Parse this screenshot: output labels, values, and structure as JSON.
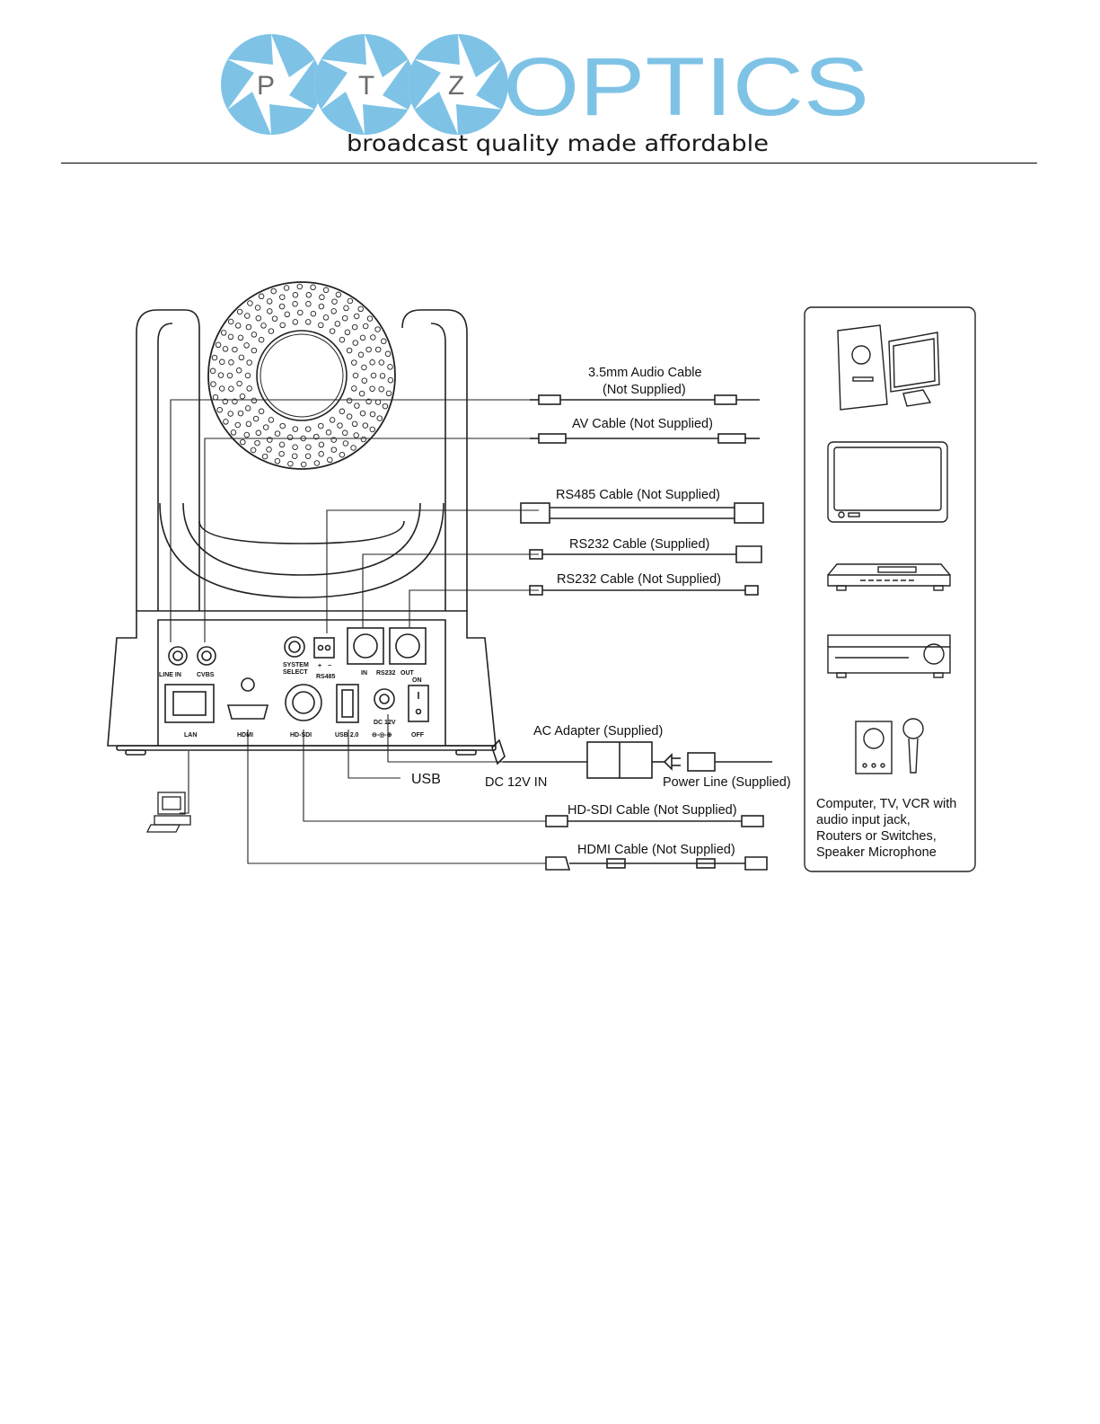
{
  "logo": {
    "letters": [
      "P",
      "T",
      "Z"
    ],
    "wordmark": "OPTICS",
    "tagline": "broadcast quality made affordable",
    "brand_color": "#7ec3e6",
    "letter_color": "#6b6b6b"
  },
  "ports": {
    "line_in": "LINE IN",
    "cvbs": "CVBS",
    "system_select_1": "SYSTEM",
    "system_select_2": "SELECT",
    "rs485_plus": "+",
    "rs485_minus": "−",
    "rs485": "RS485",
    "in": "IN",
    "rs232": "RS232",
    "out": "OUT",
    "on": "ON",
    "off": "OFF",
    "lan": "LAN",
    "hdmi": "HDMI",
    "hd_sdi": "HD-SDI",
    "usb": "USB 2.0",
    "dc": "DC 12V",
    "dc_polarity": "⊖-◎-⊕"
  },
  "cables": {
    "audio_1": "3.5mm Audio Cable",
    "audio_2": "(Not Supplied)",
    "av": "AV Cable  (Not Supplied)",
    "rs485": "RS485 Cable  (Not Supplied)",
    "rs232_supplied": "RS232 Cable  (Supplied)",
    "rs232_not": "RS232 Cable  (Not Supplied)",
    "ac_adapter": "AC Adapter (Supplied)",
    "dc_in": "DC 12V IN",
    "power_line": "Power Line (Supplied)",
    "usb": "USB",
    "hdsdi": "HD-SDI Cable  (Not Supplied)",
    "hdmi": "HDMI Cable  (Not Supplied)"
  },
  "devices_caption": [
    "Computer, TV, VCR with",
    "audio input jack,",
    "Routers or Switches,",
    "Speaker Microphone"
  ]
}
